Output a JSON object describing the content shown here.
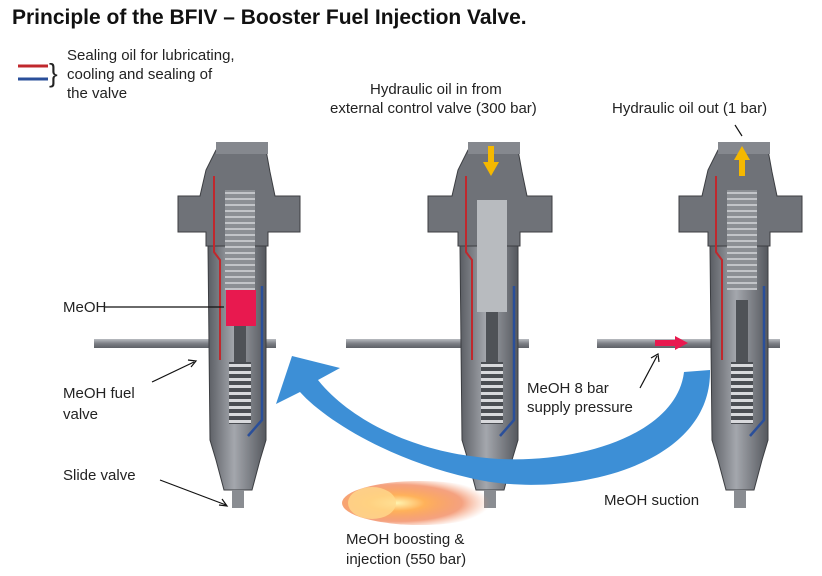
{
  "title": "Principle of the BFIV – Booster Fuel Injection Valve.",
  "legend": {
    "line1": "Sealing oil for lubricating,",
    "line2": "cooling and sealing of",
    "line3": "the valve",
    "colors": [
      "#c0282d",
      "#2a4f9a"
    ]
  },
  "labels": {
    "hydraulic_in_1": "Hydraulic oil in from",
    "hydraulic_in_2": "external control valve (300 bar)",
    "hydraulic_out": "Hydraulic oil out (1 bar)",
    "meoh": "MeOH",
    "meoh_fuel_valve_1": "MeOH fuel",
    "meoh_fuel_valve_2": "valve",
    "slide_valve": "Slide valve",
    "supply_1": "MeOH 8 bar",
    "supply_2": "supply pressure",
    "suction": "MeOH suction",
    "boost_1": "MeOH boosting &",
    "boost_2": "injection (550 bar)"
  },
  "colors": {
    "meoh_fill": "#e8194f",
    "flow_arrow": "#3d8fd6",
    "hydraulic_arrow": "#f5b800",
    "body_grey": "#6d7077",
    "body_light": "#9a9da3"
  }
}
